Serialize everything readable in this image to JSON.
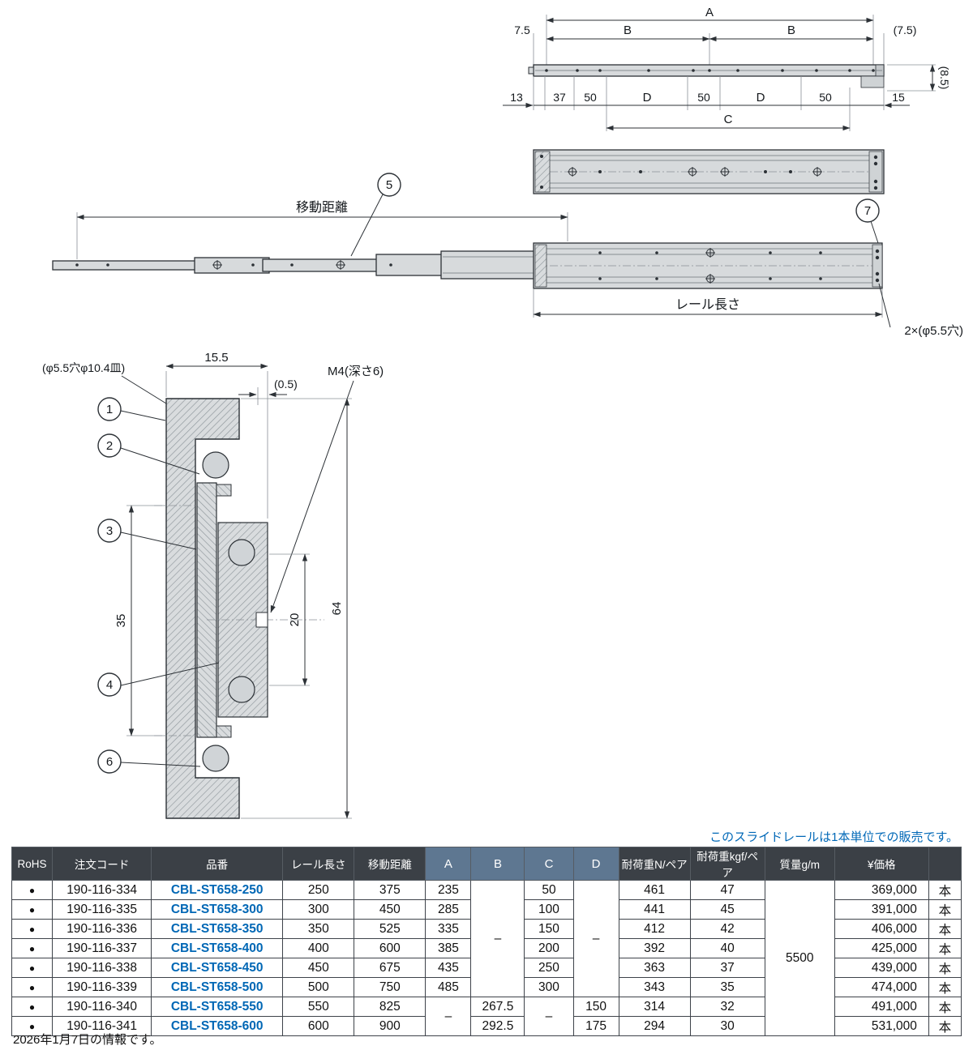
{
  "page": {
    "sale_note": "このスライドレールは1本単位での販売です。",
    "date_note": "2026年1月7日の情報です。"
  },
  "drawings": {
    "top_view": {
      "A": "A",
      "B_left": "B",
      "B_right": "B",
      "end_left": "7.5",
      "end_right": "(7.5)",
      "d13": "13",
      "d37": "37",
      "d50a": "50",
      "D_left": "D",
      "d50b": "50",
      "D_right": "D",
      "d50c": "50",
      "d15": "15",
      "C": "C",
      "height": "(8.5)"
    },
    "extended_view": {
      "travel_label": "移動距離",
      "rail_length_label": "レール長さ",
      "callout_5": "5",
      "callout_7": "7",
      "holes_label": "2×(φ5.5穴)"
    },
    "cross_section": {
      "hole_label": "(φ5.5穴φ10.4皿)",
      "width": "15.5",
      "offset": "(0.5)",
      "tap_label": "M4(深さ6)",
      "height": "64",
      "pitch": "35",
      "inner_pitch": "20",
      "callout_1": "1",
      "callout_2": "2",
      "callout_3": "3",
      "callout_4": "4",
      "callout_6": "6"
    }
  },
  "table": {
    "headers": {
      "rohs": "RoHS",
      "code": "注文コード",
      "part": "品番",
      "rail_length": "レール長さ",
      "travel": "移動距離",
      "a": "A",
      "b": "B",
      "c": "C",
      "d": "D",
      "load_n": "耐荷重N/ペア",
      "load_kgf": "耐荷重kgf/ペア",
      "mass": "質量g/m",
      "price": "¥価格",
      "unit": ""
    },
    "merged": {
      "a_dash": "–",
      "b_dash": "–",
      "c_dash": "–",
      "d_dash": "–",
      "mass": "5500"
    },
    "rows": [
      {
        "rohs": "●",
        "code": "190-116-334",
        "part": "CBL-ST658-250",
        "rail_length": "250",
        "travel": "375",
        "a": "235",
        "c": "50",
        "load_n": "461",
        "load_kgf": "47",
        "price": "369,000",
        "unit": "本"
      },
      {
        "rohs": "●",
        "code": "190-116-335",
        "part": "CBL-ST658-300",
        "rail_length": "300",
        "travel": "450",
        "a": "285",
        "c": "100",
        "load_n": "441",
        "load_kgf": "45",
        "price": "391,000",
        "unit": "本"
      },
      {
        "rohs": "●",
        "code": "190-116-336",
        "part": "CBL-ST658-350",
        "rail_length": "350",
        "travel": "525",
        "a": "335",
        "c": "150",
        "load_n": "412",
        "load_kgf": "42",
        "price": "406,000",
        "unit": "本"
      },
      {
        "rohs": "●",
        "code": "190-116-337",
        "part": "CBL-ST658-400",
        "rail_length": "400",
        "travel": "600",
        "a": "385",
        "c": "200",
        "load_n": "392",
        "load_kgf": "40",
        "price": "425,000",
        "unit": "本"
      },
      {
        "rohs": "●",
        "code": "190-116-338",
        "part": "CBL-ST658-450",
        "rail_length": "450",
        "travel": "675",
        "a": "435",
        "c": "250",
        "load_n": "363",
        "load_kgf": "37",
        "price": "439,000",
        "unit": "本"
      },
      {
        "rohs": "●",
        "code": "190-116-339",
        "part": "CBL-ST658-500",
        "rail_length": "500",
        "travel": "750",
        "a": "485",
        "c": "300",
        "load_n": "343",
        "load_kgf": "35",
        "price": "474,000",
        "unit": "本"
      },
      {
        "rohs": "●",
        "code": "190-116-340",
        "part": "CBL-ST658-550",
        "rail_length": "550",
        "travel": "825",
        "b": "267.5",
        "d": "150",
        "load_n": "314",
        "load_kgf": "32",
        "price": "491,000",
        "unit": "本"
      },
      {
        "rohs": "●",
        "code": "190-116-341",
        "part": "CBL-ST658-600",
        "rail_length": "600",
        "travel": "900",
        "b": "292.5",
        "d": "175",
        "load_n": "294",
        "load_kgf": "30",
        "price": "531,000",
        "unit": "本"
      }
    ]
  }
}
